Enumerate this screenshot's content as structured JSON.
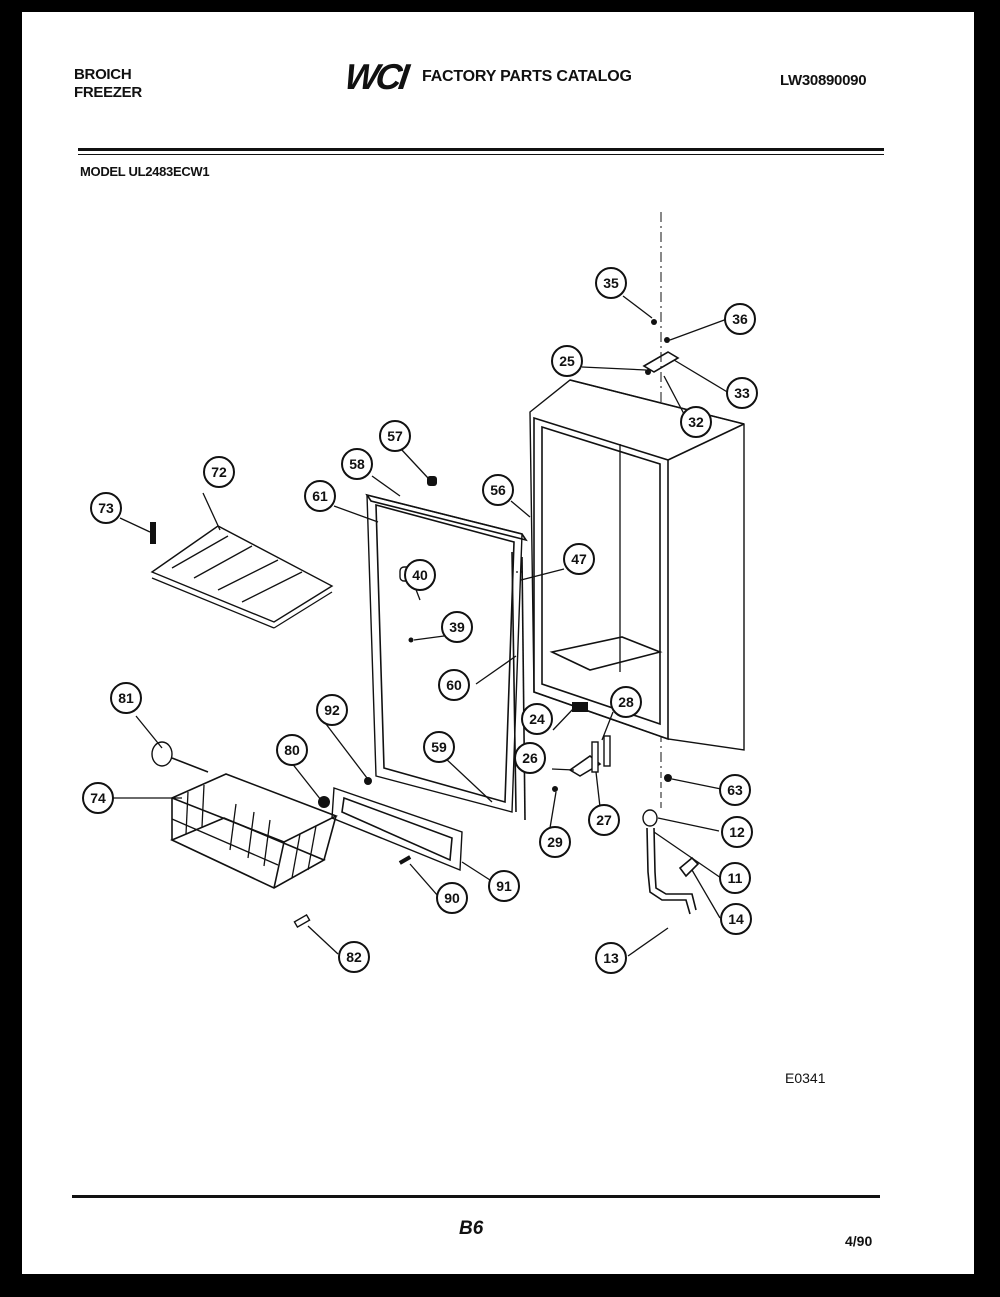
{
  "header": {
    "brand_line1": "BROICH",
    "brand_line2": "FREEZER",
    "logo_text": "WCI",
    "catalog_title": "FACTORY PARTS CATALOG",
    "catalog_number": "LW30890090",
    "model_label": "MODEL UL2483ECW1"
  },
  "callouts": {
    "35": "35",
    "36": "36",
    "25": "25",
    "33": "33",
    "32": "32",
    "57": "57",
    "58": "58",
    "72": "72",
    "56": "56",
    "61": "61",
    "73": "73",
    "47": "47",
    "40": "40",
    "39": "39",
    "60": "60",
    "81": "81",
    "28": "28",
    "92": "92",
    "24": "24",
    "59": "59",
    "80": "80",
    "26": "26",
    "63": "63",
    "74": "74",
    "27": "27",
    "12": "12",
    "29": "29",
    "11": "11",
    "91": "91",
    "90": "90",
    "14": "14",
    "82": "82",
    "13": "13"
  },
  "footer": {
    "diagram_code": "E0341",
    "page_number": "B6",
    "date": "4/90"
  },
  "colors": {
    "page_background": "#ffffff",
    "border": "#000000",
    "ink": "#111111"
  }
}
